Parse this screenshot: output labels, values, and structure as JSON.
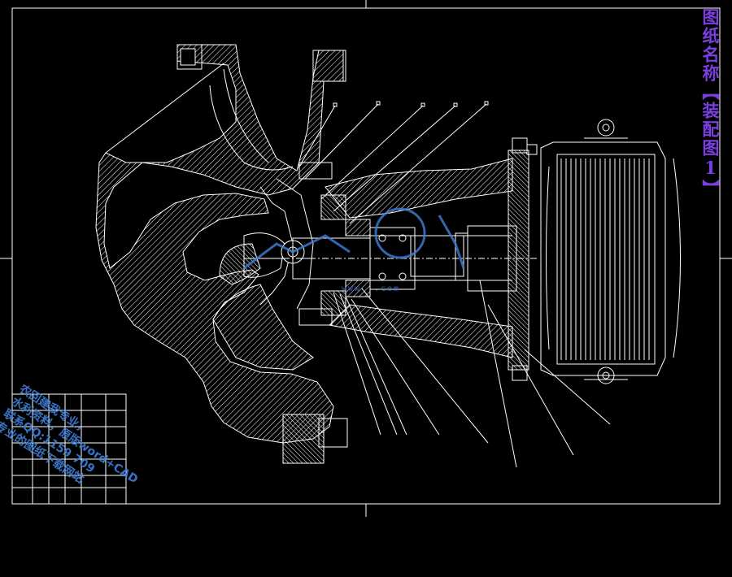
{
  "drawing": {
    "side_title": "图纸名称【装配图1】",
    "watermark_lines": [
      "农回建我专业，",
      "水利资料，原版word+CAD",
      "联系QQ:1159  709",
      "专业的图纸下载网站"
    ],
    "logo_text": "www.  .com"
  },
  "colors": {
    "background": "#000000",
    "lines": "#ffffff",
    "title": "#7b3fe0",
    "watermark": "#3f7fd8"
  }
}
